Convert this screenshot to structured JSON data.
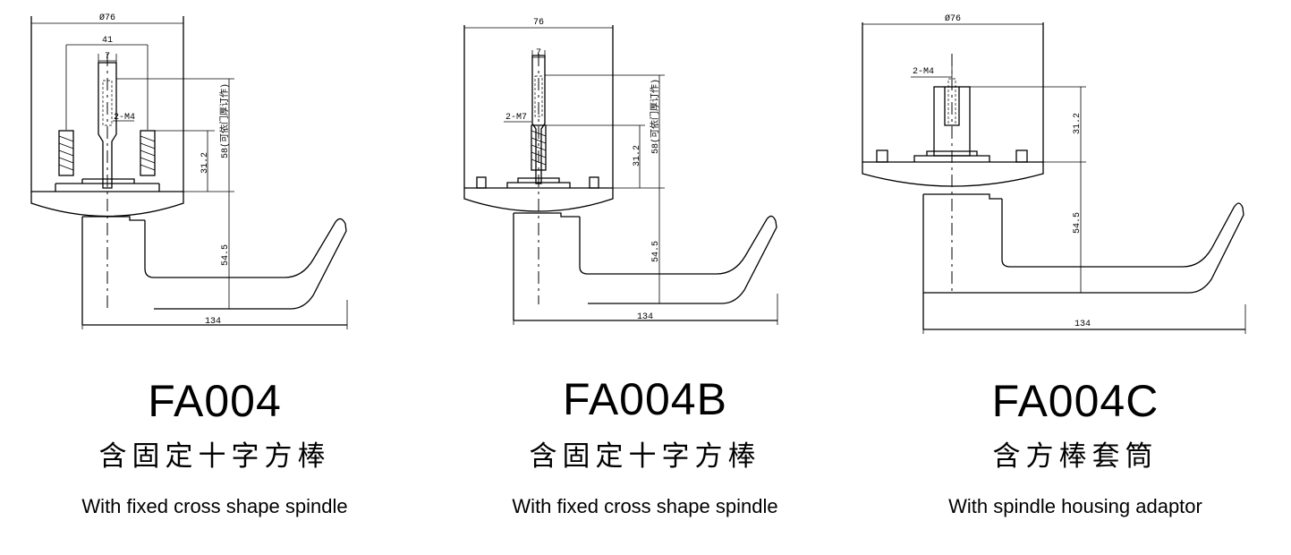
{
  "panels": [
    {
      "model": "FA004",
      "cn_desc": "含固定十字方棒",
      "en_desc": "With fixed cross shape spindle",
      "dims": {
        "diameter": "Ø76",
        "post_spacing": "41",
        "spindle": "7",
        "screw": "2-M4",
        "depth": "58(可依门厚订作)",
        "height": "31.2",
        "lever_height": "54.5",
        "length": "134"
      }
    },
    {
      "model": "FA004B",
      "cn_desc": "含固定十字方棒",
      "en_desc": "With fixed cross shape spindle",
      "dims": {
        "diameter": "76",
        "spindle": "7",
        "screw": "2-M7",
        "depth": "58(可依门厚订作)",
        "height": "31.2",
        "lever_height": "54.5",
        "length": "134"
      }
    },
    {
      "model": "FA004C",
      "cn_desc": "含方棒套筒",
      "en_desc": "With spindle housing adaptor",
      "dims": {
        "diameter": "Ø76",
        "screw": "2-M4",
        "height": "31.2",
        "lever_height": "54.5",
        "length": "134"
      }
    }
  ]
}
